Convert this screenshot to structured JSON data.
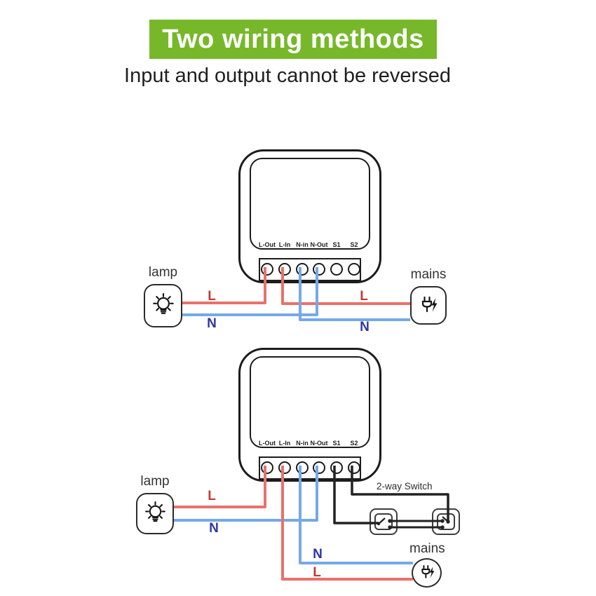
{
  "header": {
    "banner": "Two wiring methods",
    "subtitle": "Input and output cannot be reversed"
  },
  "colors": {
    "banner_green": "#76b82a",
    "wire_live": "#e8716b",
    "wire_neutral": "#75a8e9",
    "wire_switch": "#222222",
    "label_live": "#c23a2e",
    "label_neutral": "#2d36a6",
    "outline": "#1c1c1c"
  },
  "device": {
    "terminal_labels": [
      "L-Out",
      "L-In",
      "N-in",
      "N-Out",
      "S1",
      "S2"
    ]
  },
  "wire_labels": {
    "live": "L",
    "neutral": "N"
  },
  "diagram1": {
    "lamp": "lamp",
    "mains": "mains"
  },
  "diagram2": {
    "lamp": "lamp",
    "mains": "mains",
    "switch": "2-way Switch"
  }
}
